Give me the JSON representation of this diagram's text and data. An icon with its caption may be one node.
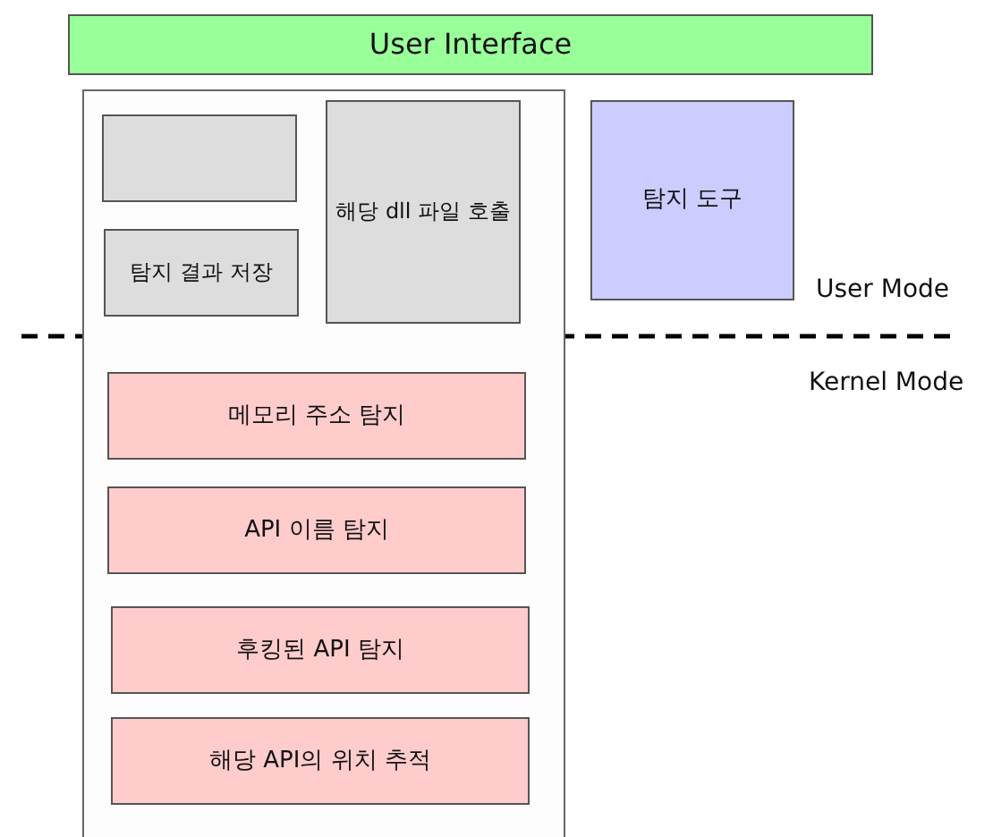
{
  "diagram": {
    "nodes": [
      {
        "text": [
          "User Interface"
        ]
      },
      {
        "text": [],
        "shape": "box"
      },
      {
        "text": [],
        "shape": "box",
        "in": 1
      },
      {
        "text": [
          "탐지 결과 저장"
        ],
        "in": 1
      },
      {
        "text": [
          "해당 dll 파일 호출"
        ],
        "in": 1
      },
      {
        "text": [
          "탐지 도구"
        ]
      },
      {
        "text": [
          "메모리 주소 탐지"
        ],
        "in": 1
      },
      {
        "text": [
          "API 이름 탐지"
        ],
        "in": 1
      },
      {
        "text": [
          "후킹된 API 탐지"
        ],
        "in": 1
      },
      {
        "text": [
          "해당 API의 위치 추적"
        ],
        "in": 1
      }
    ],
    "labels": [
      "User Mode",
      "Kernel Mode"
    ]
  }
}
